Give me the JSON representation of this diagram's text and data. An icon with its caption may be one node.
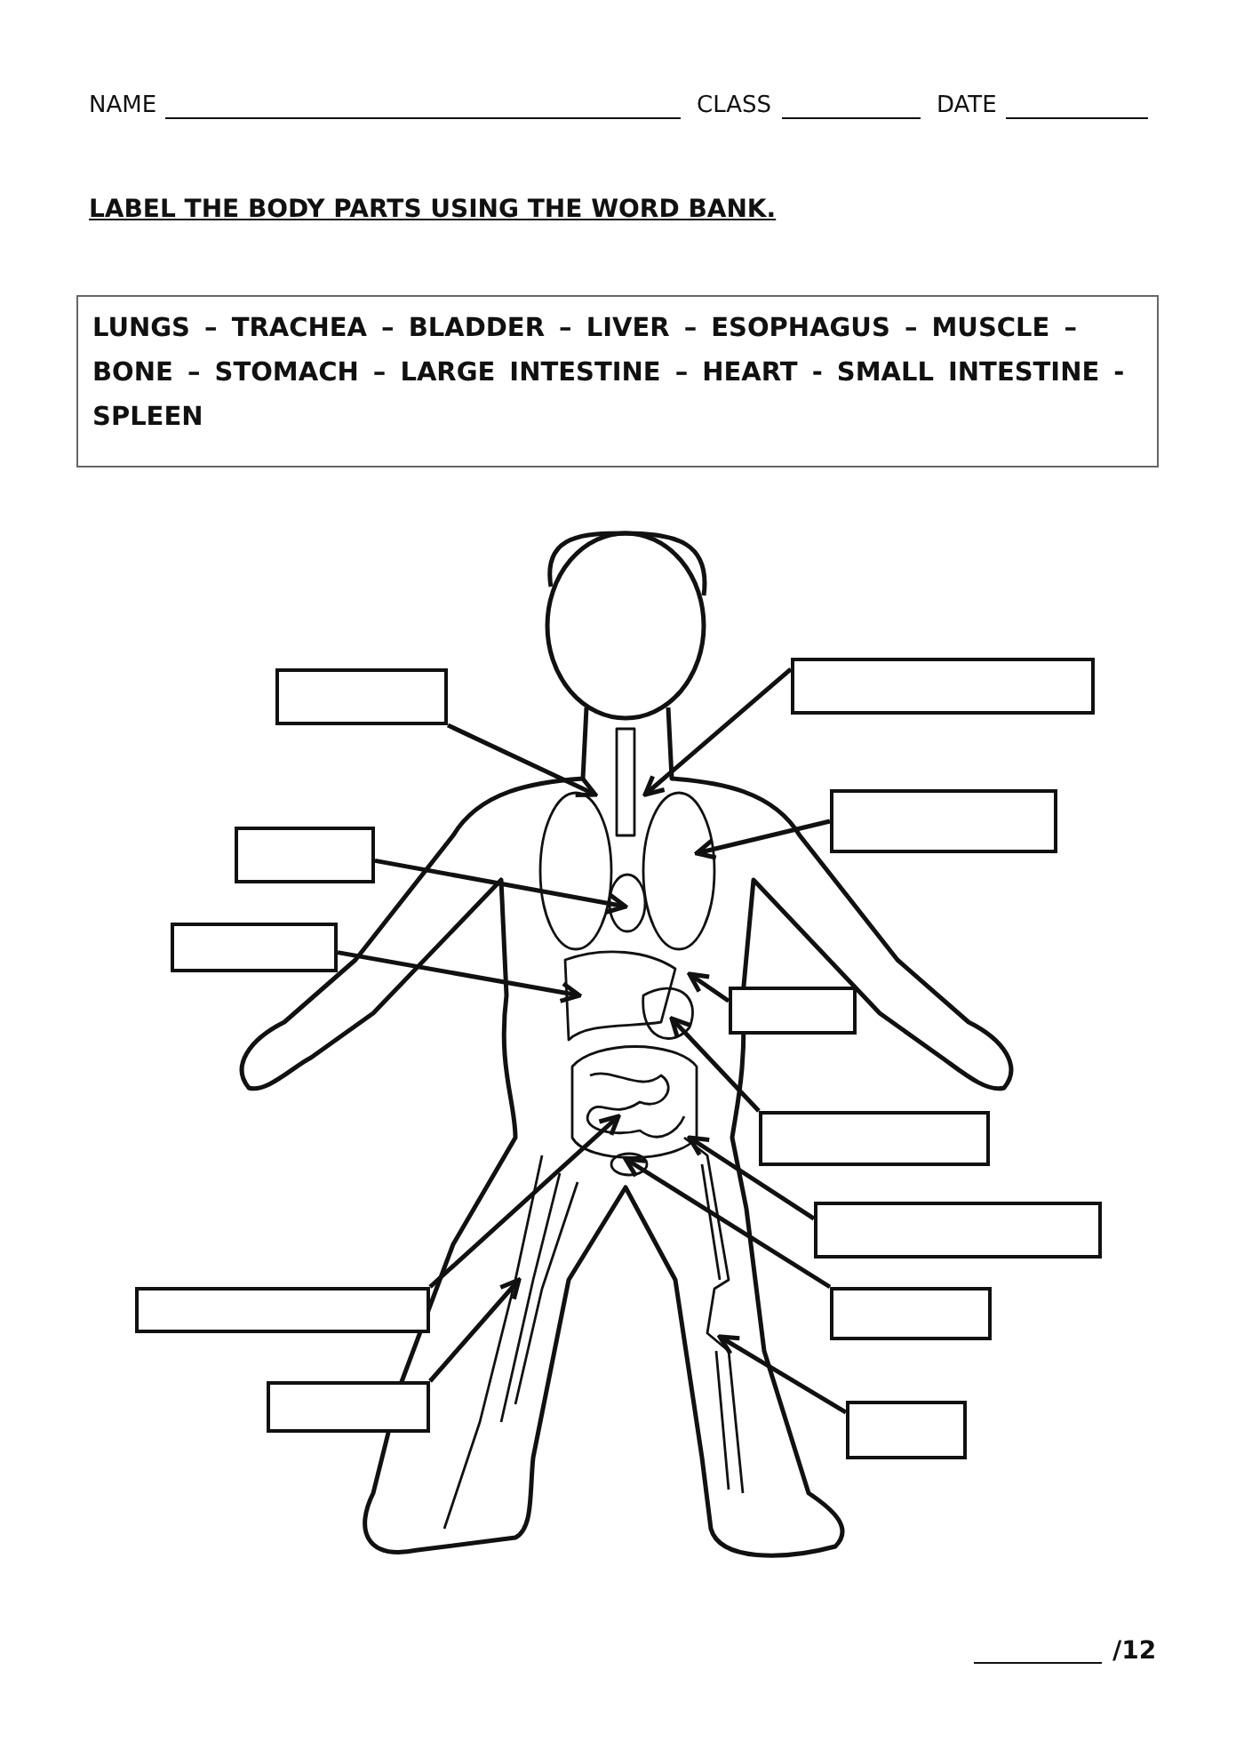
{
  "diagram": {
    "title": "LABEL THE BODY PARTS USING THE WORD BANK.",
    "nodes": [
      {
        "text": [
          "LUNGS – TRACHEA – BLADDER – LIVER – ESOPHAGUS – MUSCLE – BONE – STOMACH – LARGE INTESTINE – HEART - SMALL INTESTINE - SPLEEN"
        ]
      },
      {
        "text": [],
        "shape": "box"
      },
      {
        "text": [],
        "shape": "box"
      },
      {
        "text": [],
        "shape": "box"
      },
      {
        "text": [],
        "shape": "box"
      },
      {
        "text": [],
        "shape": "box"
      },
      {
        "text": [],
        "shape": "box"
      },
      {
        "text": [],
        "shape": "box"
      },
      {
        "text": [],
        "shape": "box"
      },
      {
        "text": [],
        "shape": "box"
      },
      {
        "text": [],
        "shape": "box"
      },
      {
        "text": [],
        "shape": "box"
      },
      {
        "text": [],
        "shape": "box"
      }
    ],
    "edges": [
      {
        "from": 1,
        "to": null,
        "arrow": "to"
      },
      {
        "from": 2,
        "to": null,
        "arrow": "to"
      },
      {
        "from": 3,
        "to": null,
        "arrow": "to"
      },
      {
        "from": 4,
        "to": null,
        "arrow": "to"
      },
      {
        "from": 5,
        "to": null,
        "arrow": "to"
      },
      {
        "from": 6,
        "to": null,
        "arrow": "to"
      },
      {
        "from": 7,
        "to": null,
        "arrow": "to"
      },
      {
        "from": 8,
        "to": null,
        "arrow": "to"
      },
      {
        "from": 9,
        "to": null,
        "arrow": "to"
      },
      {
        "from": 10,
        "to": null,
        "arrow": "to"
      },
      {
        "from": 11,
        "to": null,
        "arrow": "to"
      },
      {
        "from": 12,
        "to": null,
        "arrow": "to"
      }
    ],
    "labels": [
      "NAME",
      "CLASS",
      "DATE",
      "/12"
    ]
  }
}
